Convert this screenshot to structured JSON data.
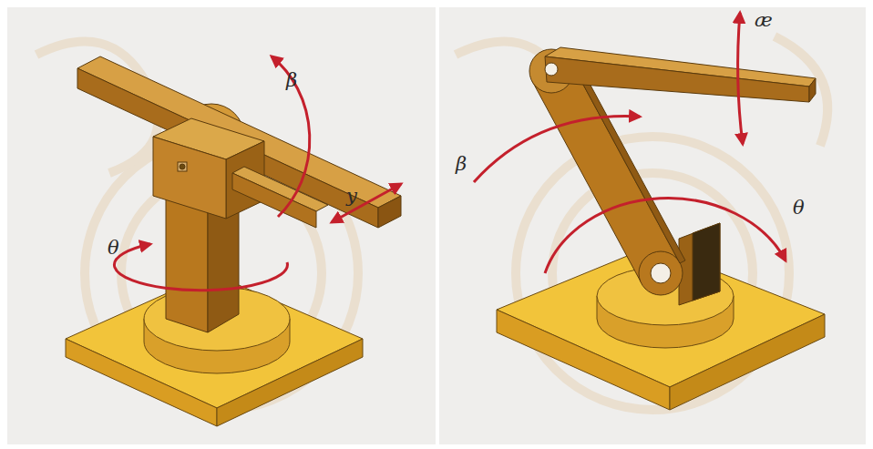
{
  "diagram": {
    "labels": [
      "θ",
      "β",
      "y",
      "β",
      "æ",
      "θ"
    ]
  }
}
